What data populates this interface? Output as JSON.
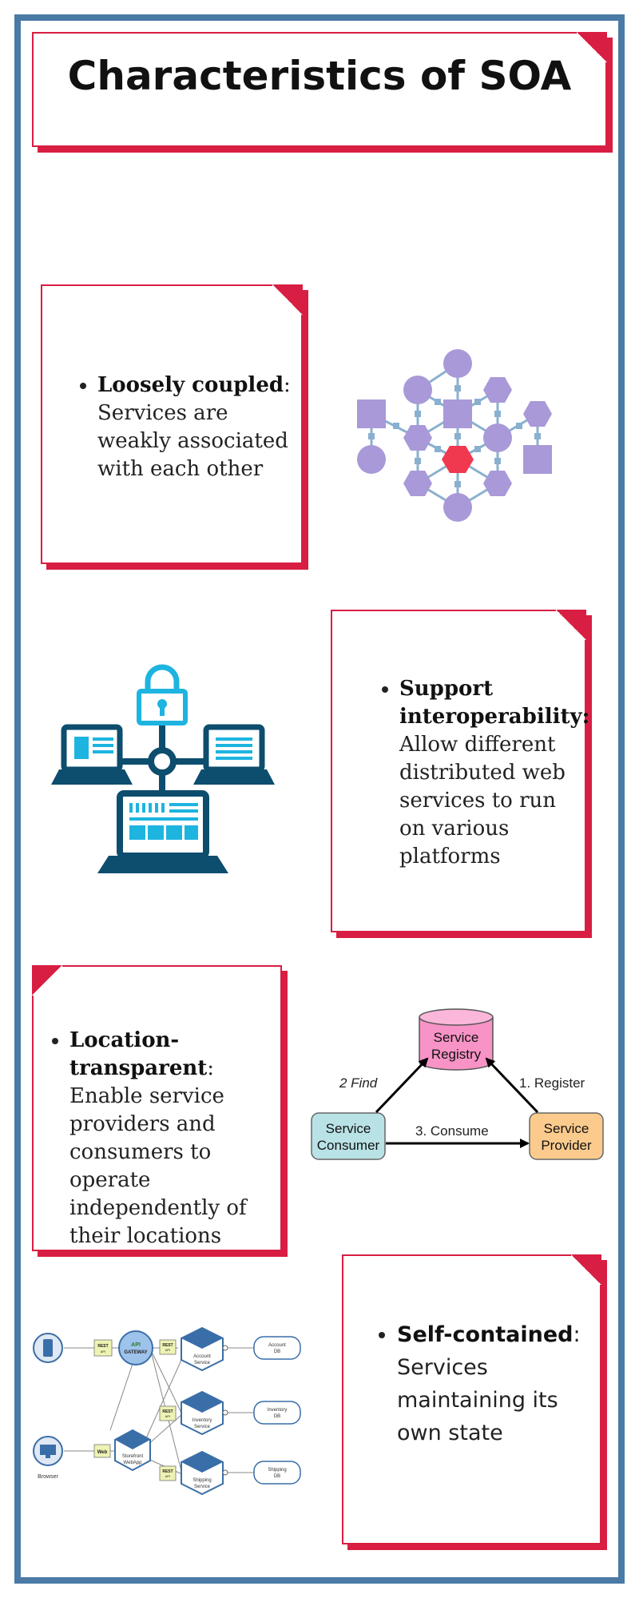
{
  "title": "Characteristics of SOA",
  "items": [
    {
      "term": "Loosely coupled",
      "sep": ":",
      "desc": " Services are weakly associated with each other"
    },
    {
      "term": "Support interoperability:",
      "sep": "",
      "desc": " Allow different distributed web services to run on various platforms"
    },
    {
      "term": "Location-transparent",
      "sep": ":",
      "desc": " Enable service providers and consumers to operate independently of their locations"
    },
    {
      "term": "Self-contained",
      "sep": ":",
      "desc": " Services maintaining its own state"
    }
  ],
  "registry_diagram": {
    "registry": [
      "Service",
      "Registry"
    ],
    "consumer": [
      "Service",
      "Consumer"
    ],
    "provider": [
      "Service",
      "Provider"
    ],
    "find": "2  Find",
    "register": "1. Register",
    "consume": "3. Consume"
  },
  "micro_diagram": {
    "gateway": [
      "API",
      "GATEWAY"
    ],
    "browser": "Browser",
    "rest": "REST",
    "api": "API",
    "web": "Web",
    "storefront": [
      "Storefront",
      "WebApp"
    ],
    "account_service": [
      "Account",
      "Service"
    ],
    "inventory_service": [
      "Inventory",
      "Service"
    ],
    "shipping_service": [
      "Shipping",
      "Service"
    ],
    "account_db": [
      "Account",
      "DB"
    ],
    "inventory_db": [
      "Inventory",
      "DB"
    ],
    "shipping_db": [
      "Shipping",
      "DB"
    ]
  },
  "colors": {
    "frame": "#4a7aa6",
    "accent": "#d81e43",
    "node": "#a999d8",
    "node_highlight": "#f0384f",
    "network": "#0d4d6e",
    "network_light": "#1eb4e0"
  }
}
